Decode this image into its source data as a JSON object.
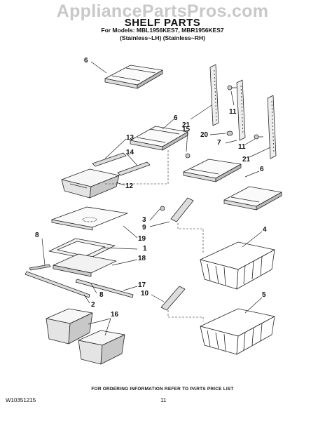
{
  "watermark": "AppliancePartsPros.com",
  "title": "SHELF PARTS",
  "models_line": "For Models: MBL1956KES7, MBR1956KES7",
  "variants_line": "(Stainless~LH)  (Stainless~RH)",
  "callouts": [
    {
      "id": "c6a",
      "label": "6"
    },
    {
      "id": "c6b",
      "label": "6"
    },
    {
      "id": "c6c",
      "label": "6"
    },
    {
      "id": "c13",
      "label": "13"
    },
    {
      "id": "c14",
      "label": "14"
    },
    {
      "id": "c12",
      "label": "12"
    },
    {
      "id": "c21a",
      "label": "21"
    },
    {
      "id": "c15",
      "label": "15"
    },
    {
      "id": "c11a",
      "label": "11"
    },
    {
      "id": "c20",
      "label": "20"
    },
    {
      "id": "c7",
      "label": "7"
    },
    {
      "id": "c11b",
      "label": "11"
    },
    {
      "id": "c21b",
      "label": "21"
    },
    {
      "id": "c3",
      "label": "3"
    },
    {
      "id": "c9",
      "label": "9"
    },
    {
      "id": "c4",
      "label": "4"
    },
    {
      "id": "c19",
      "label": "19"
    },
    {
      "id": "c8a",
      "label": "8"
    },
    {
      "id": "c1",
      "label": "1"
    },
    {
      "id": "c18",
      "label": "18"
    },
    {
      "id": "c17",
      "label": "17"
    },
    {
      "id": "c10",
      "label": "10"
    },
    {
      "id": "c8b",
      "label": "8"
    },
    {
      "id": "c2",
      "label": "2"
    },
    {
      "id": "c16",
      "label": "16"
    },
    {
      "id": "c5",
      "label": "5"
    }
  ],
  "footer_note": "FOR ORDERING INFORMATION REFER TO PARTS PRICE LIST",
  "doc_number": "W10351215",
  "page_number": "11"
}
